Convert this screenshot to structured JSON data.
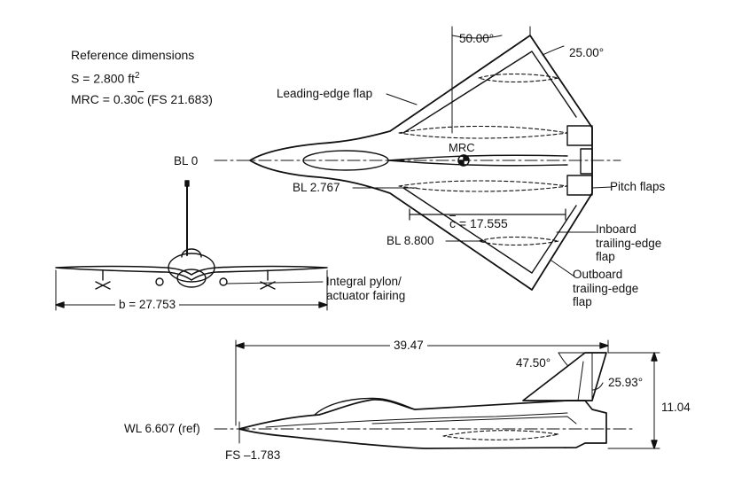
{
  "reference": {
    "title": "Reference dimensions",
    "area": "S = 2.800 ft",
    "area_exp": "2",
    "mrc": "MRC = 0.30",
    "mrc_cbar": "c",
    "mrc_fs": " (FS 21.683)"
  },
  "labels": {
    "leading_edge_flap": "Leading-edge flap",
    "sweep_inboard": "50.00°",
    "sweep_outboard": "25.00°",
    "mrc": "MRC",
    "bl0": "BL 0",
    "bl2767": "BL 2.767",
    "pitch_flaps": "Pitch flaps",
    "cbar_c": "c",
    "cbar_value": " = 17.555",
    "bl8800": "BL 8.800",
    "inboard_te_flap": [
      "Inboard",
      "trailing-edge",
      "flap"
    ],
    "outboard_te_flap": [
      "Outboard",
      "trailing-edge",
      "flap"
    ],
    "pylon": [
      "Integral pylon/",
      "actuator fairing"
    ],
    "span": "b = 27.753",
    "length": "39.47",
    "tail_sweep": "47.50°",
    "tail_te_sweep": "25.93°",
    "height": "11.04",
    "wl": "WL 6.607 (ref)",
    "fs": "FS –1.783"
  }
}
